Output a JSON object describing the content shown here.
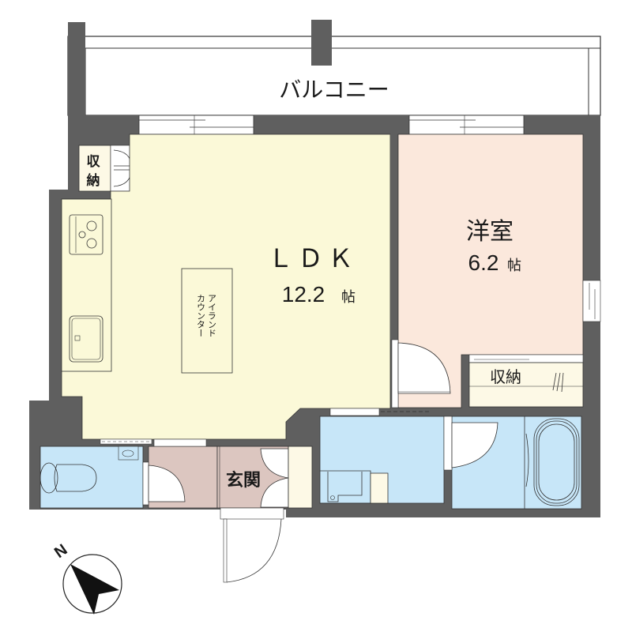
{
  "colors": {
    "wall": "#5f5f5f",
    "ldk": "#fbf9d8",
    "western_room": "#fbe8dc",
    "storage": "#fdf9e6",
    "wet_area": "#c7e6f8",
    "entrance": "#dcc6c0",
    "line": "#333333",
    "background": "#ffffff"
  },
  "rooms": {
    "balcony": {
      "label": "バルコニー"
    },
    "ldk": {
      "name": "ＬＤＫ",
      "size": "12.2",
      "unit": "帖"
    },
    "western_room": {
      "name": "洋室",
      "size": "6.2",
      "unit": "帖"
    },
    "storage_top_left": {
      "label_line1": "収",
      "label_line2": "納"
    },
    "storage_bedroom": {
      "label": "収納"
    },
    "island_counter": {
      "label_col1": "アイランド",
      "label_col2": "カウンター"
    },
    "entrance": {
      "label": "玄関"
    },
    "toilet": {},
    "washroom": {},
    "bathroom": {}
  },
  "compass": {
    "label": "N",
    "icon": "north-arrow-icon"
  }
}
